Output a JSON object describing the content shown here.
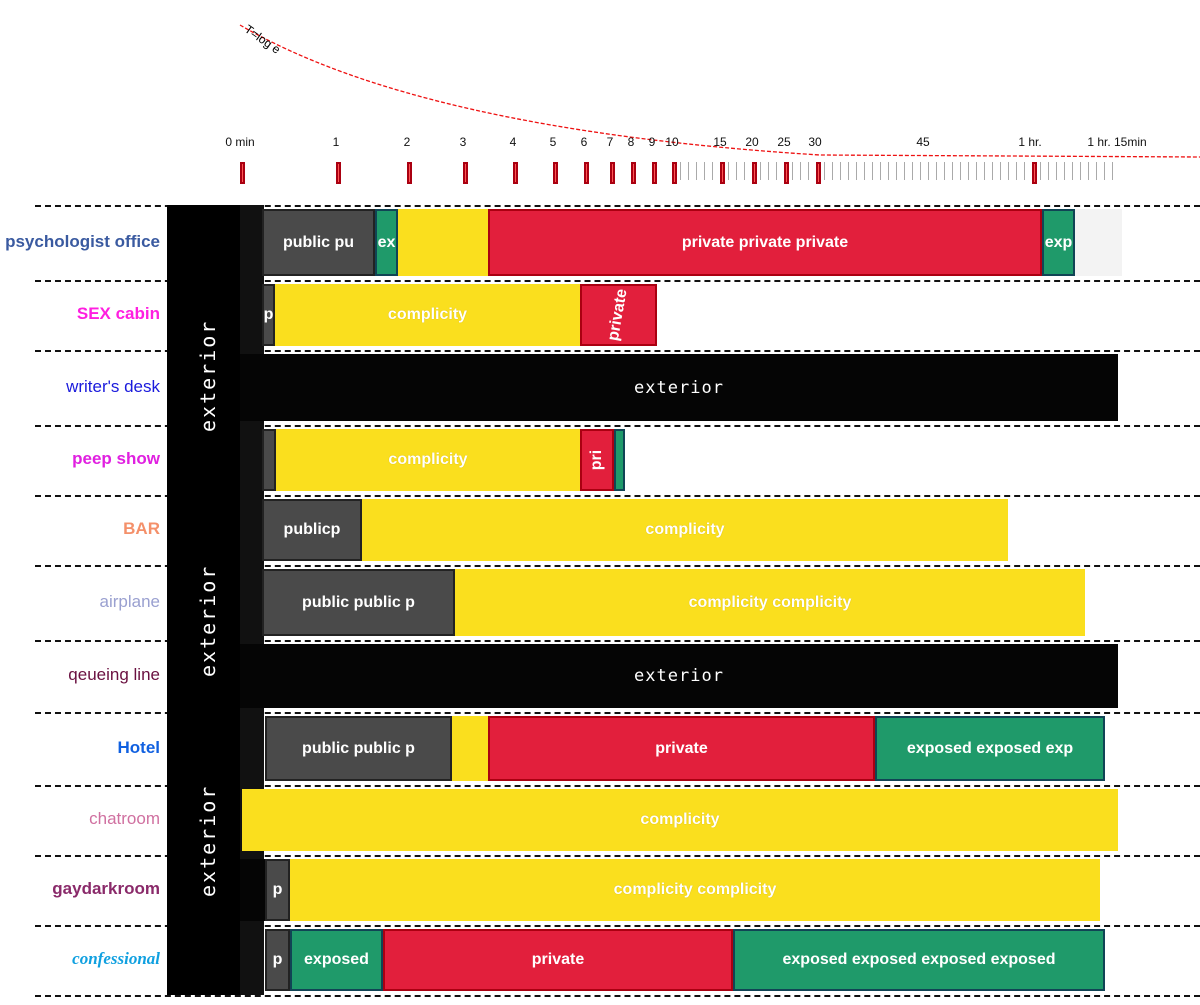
{
  "curve_label": "T=log e",
  "timeline": [
    "0 min",
    "1",
    "2",
    "3",
    "4",
    "5",
    "6",
    "7",
    "8",
    "9",
    "10",
    "15",
    "20",
    "25",
    "30",
    "45",
    "1 hr.",
    "1 hr. 15min"
  ],
  "exterior_label": "exterior",
  "rows": [
    {
      "label": "psychologist office",
      "segments": [
        {
          "type": "gray",
          "text": "public pu"
        },
        {
          "type": "green",
          "text": "ex"
        },
        {
          "type": "yellow",
          "text": ""
        },
        {
          "type": "red",
          "text": "private  private   private"
        },
        {
          "type": "green",
          "text": "exp"
        },
        {
          "type": "lgray",
          "text": ""
        }
      ]
    },
    {
      "label": "SEX cabin",
      "segments": [
        {
          "type": "gray",
          "text": "p"
        },
        {
          "type": "yellow",
          "text": "complicity"
        },
        {
          "type": "red",
          "text": "private"
        }
      ]
    },
    {
      "label": "writer's desk",
      "segments": [
        {
          "type": "black",
          "text": "exterior"
        }
      ]
    },
    {
      "label": "peep show",
      "segments": [
        {
          "type": "gray",
          "text": ""
        },
        {
          "type": "yellow",
          "text": "complicity"
        },
        {
          "type": "red",
          "text": "pri"
        },
        {
          "type": "green",
          "text": ""
        }
      ]
    },
    {
      "label": "BAR",
      "segments": [
        {
          "type": "gray",
          "text": "publicp"
        },
        {
          "type": "yellow",
          "text": "complicity"
        }
      ]
    },
    {
      "label": "airplane",
      "segments": [
        {
          "type": "gray",
          "text": "public public p"
        },
        {
          "type": "yellow",
          "text": "complicity   complicity"
        }
      ]
    },
    {
      "label": "qeueing line",
      "segments": [
        {
          "type": "black",
          "text": "exterior"
        }
      ]
    },
    {
      "label": "Hotel",
      "segments": [
        {
          "type": "gray",
          "text": "public public p"
        },
        {
          "type": "yellow",
          "text": ""
        },
        {
          "type": "red",
          "text": "private"
        },
        {
          "type": "green",
          "text": "exposed  exposed  exp"
        }
      ]
    },
    {
      "label": "chatroom",
      "segments": [
        {
          "type": "yellow",
          "text": "complicity"
        }
      ]
    },
    {
      "label": "gaydarkroom",
      "segments": [
        {
          "type": "black",
          "text": ""
        },
        {
          "type": "gray",
          "text": "p"
        },
        {
          "type": "yellow",
          "text": "complicity   complicity"
        }
      ]
    },
    {
      "label": "confessional",
      "segments": [
        {
          "type": "gray",
          "text": "p"
        },
        {
          "type": "green",
          "text": "exposed"
        },
        {
          "type": "red",
          "text": "private"
        },
        {
          "type": "green",
          "text": "exposed  exposed  exposed  exposed"
        }
      ]
    }
  ],
  "label_colors": [
    "#3a5aa0",
    "#ff1fe0",
    "#1a1adc",
    "#e020e0",
    "#f4906a",
    "#9aa0d0",
    "#6a1040",
    "#1060e0",
    "#d070a0",
    "#8a2a6a",
    "#10a0e0"
  ]
}
